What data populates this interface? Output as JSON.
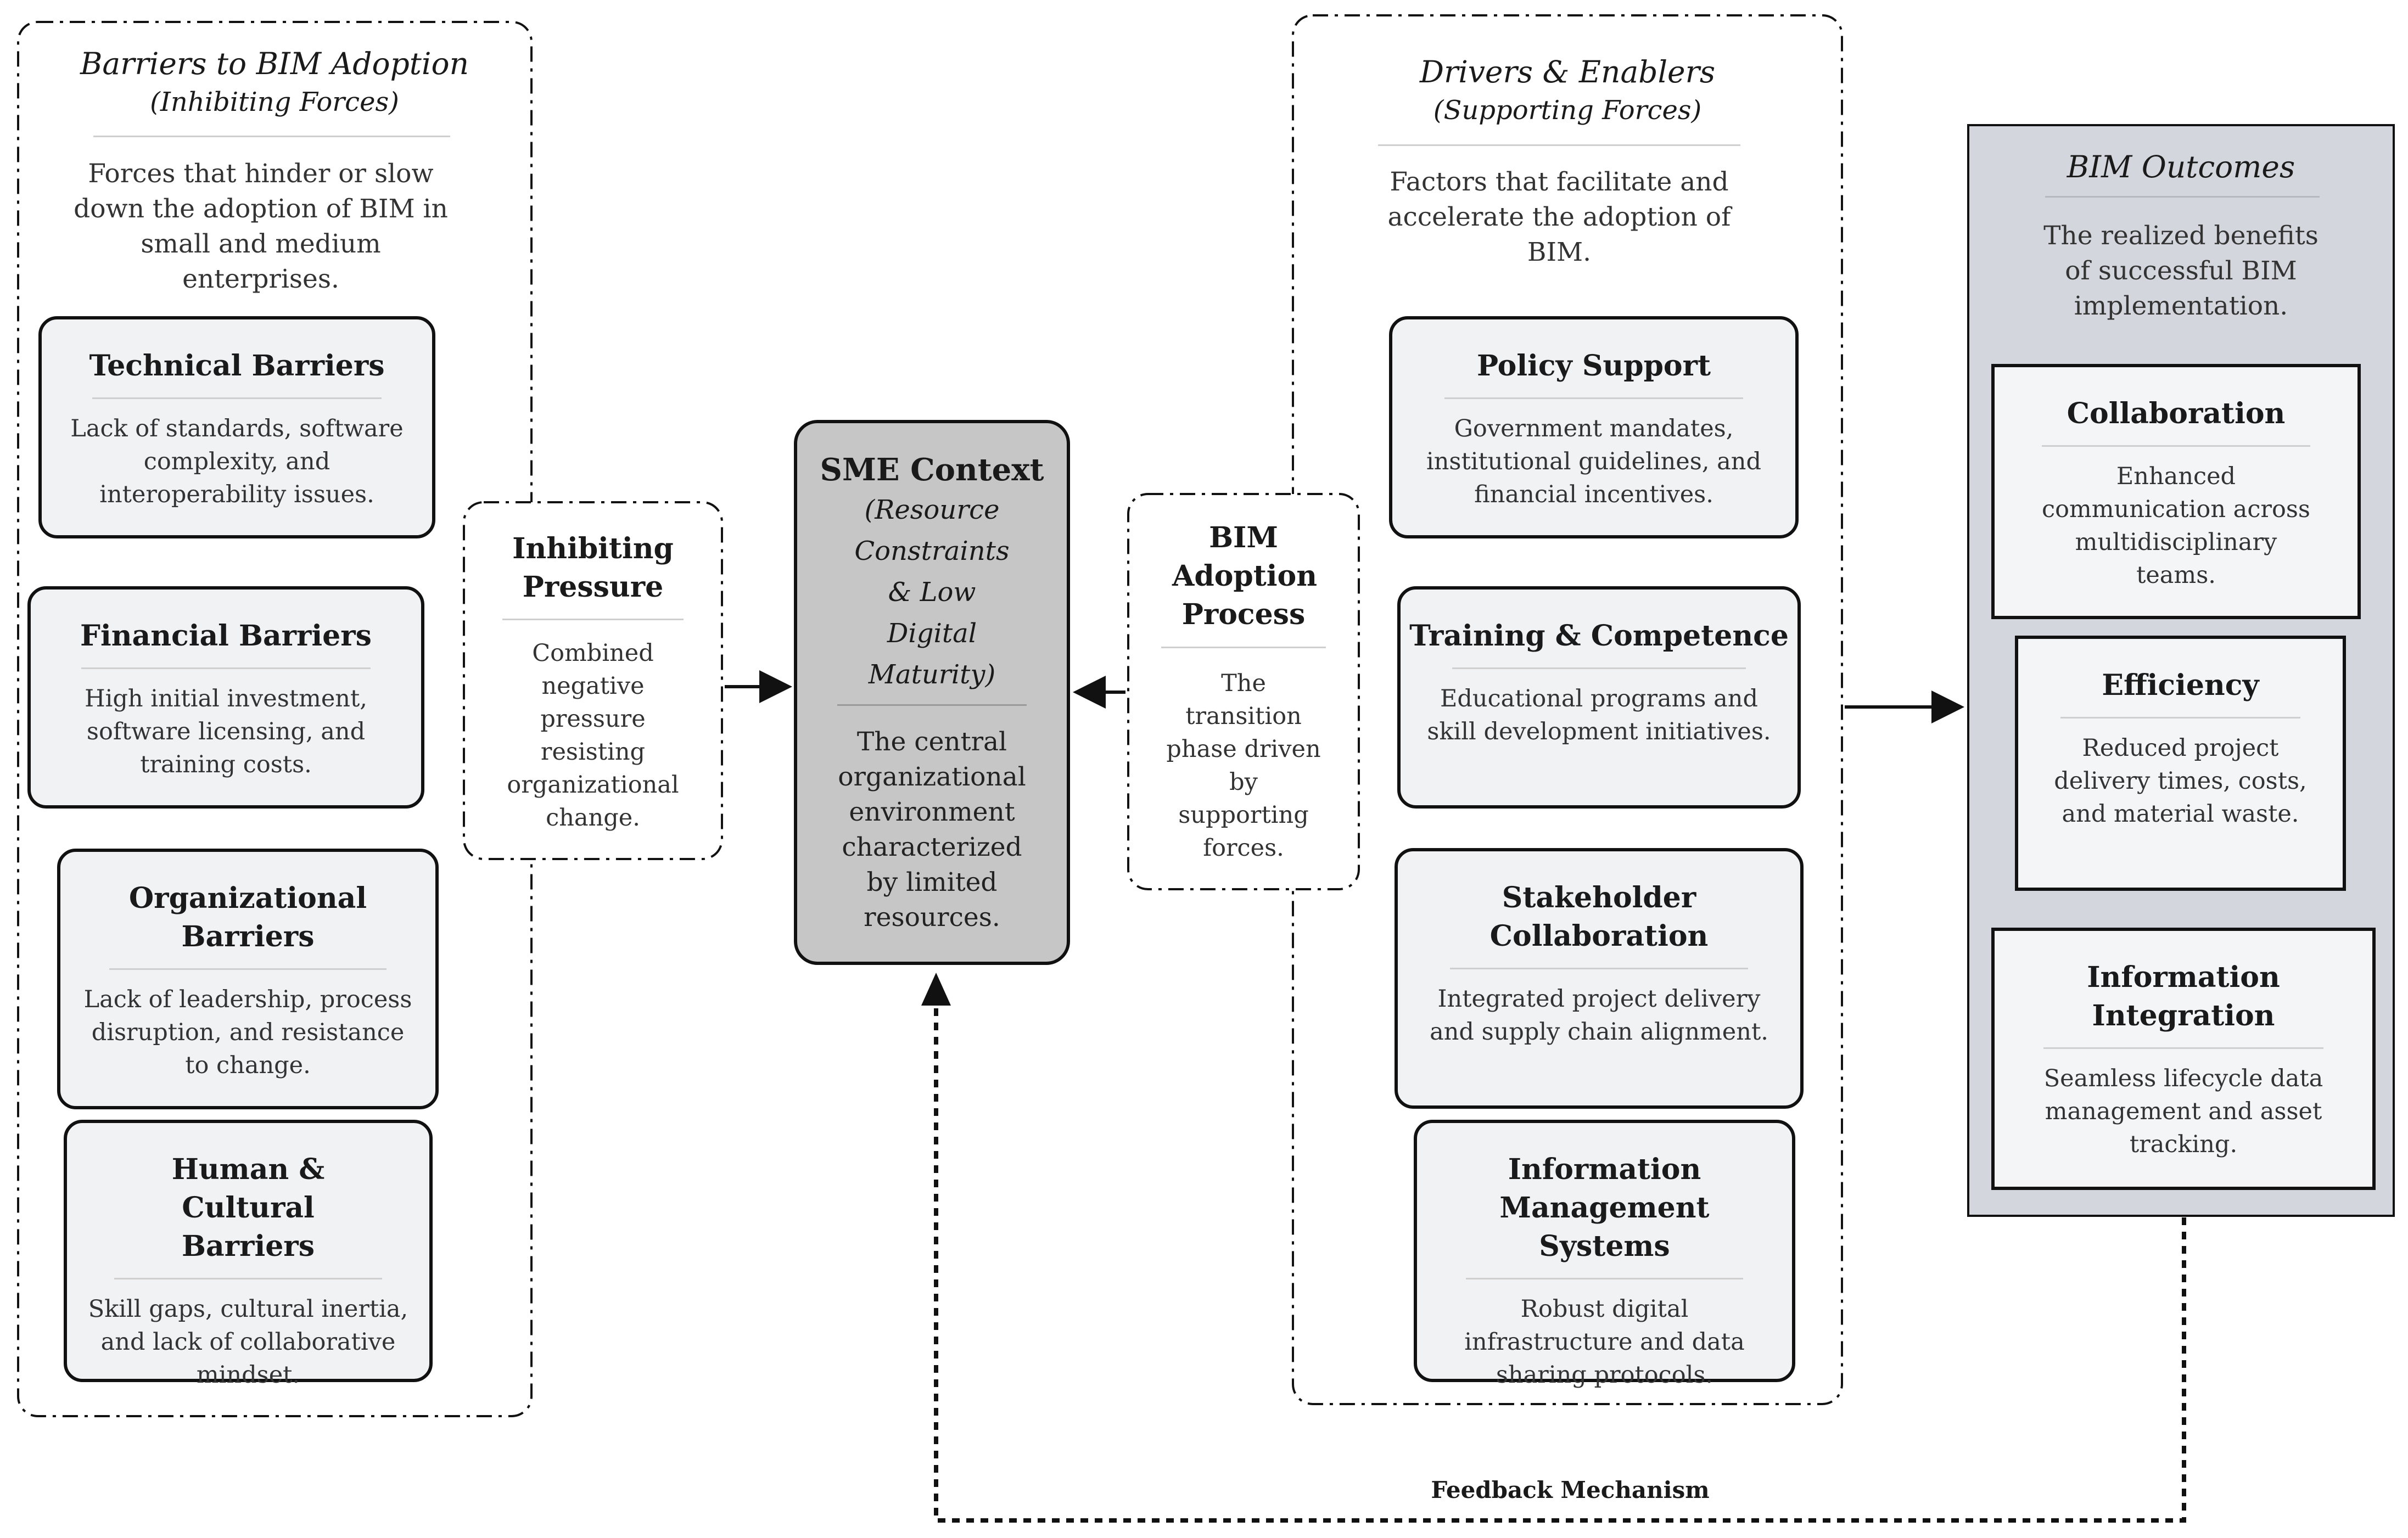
{
  "barriers": {
    "title": "Barriers to BIM Adoption",
    "subtitle": "(Inhibiting Forces)",
    "description": "Forces that hinder or slow down the adoption of BIM in small and medium enterprises.",
    "cards": [
      {
        "title": "Technical Barriers",
        "desc": "Lack of standards, software complexity, and interoperability issues."
      },
      {
        "title": "Financial Barriers",
        "desc": "High initial investment, software licensing, and training costs."
      },
      {
        "title": "Organizational Barriers",
        "desc": "Lack of leadership, process disruption, and resistance to change."
      },
      {
        "title": "Human & Cultural Barriers",
        "desc": "Skill gaps, cultural inertia, and lack of collaborative mindset."
      }
    ]
  },
  "inhibiting": {
    "title": "Inhibiting Pressure",
    "desc": "Combined negative pressure resisting organizational change."
  },
  "sme": {
    "title": "SME Context",
    "subtitle": "(Resource Constraints & Low Digital Maturity)",
    "desc": "The central organizational environment characterized by limited resources."
  },
  "adoption": {
    "title": "BIM Adoption Process",
    "desc": "The transition phase driven by supporting forces."
  },
  "drivers": {
    "title": "Drivers & Enablers",
    "subtitle": "(Supporting Forces)",
    "description": "Factors that facilitate and accelerate the adoption of BIM.",
    "cards": [
      {
        "title": "Policy Support",
        "desc": "Government mandates, institutional guidelines, and financial incentives."
      },
      {
        "title": "Training & Competence",
        "desc": "Educational programs and skill development initiatives."
      },
      {
        "title": "Stakeholder Collaboration",
        "desc": "Integrated project delivery and supply chain alignment."
      },
      {
        "title": "Information Management Systems",
        "desc": "Robust digital infrastructure and data sharing protocols."
      }
    ]
  },
  "outcomes": {
    "title": "BIM Outcomes",
    "description": "The realized benefits of successful BIM implementation.",
    "cards": [
      {
        "title": "Collaboration",
        "desc": "Enhanced communication across multidisciplinary teams."
      },
      {
        "title": "Efficiency",
        "desc": "Reduced project delivery times, costs, and material waste."
      },
      {
        "title": "Information Integration",
        "desc": "Seamless lifecycle data management and asset tracking."
      }
    ]
  },
  "feedback": {
    "label": "Feedback Mechanism"
  },
  "colors": {
    "card_fill": "#f1f2f4",
    "sme_fill": "#c6c6c6",
    "outcomes_panel": "#d3d6dc",
    "stroke": "#111111"
  }
}
